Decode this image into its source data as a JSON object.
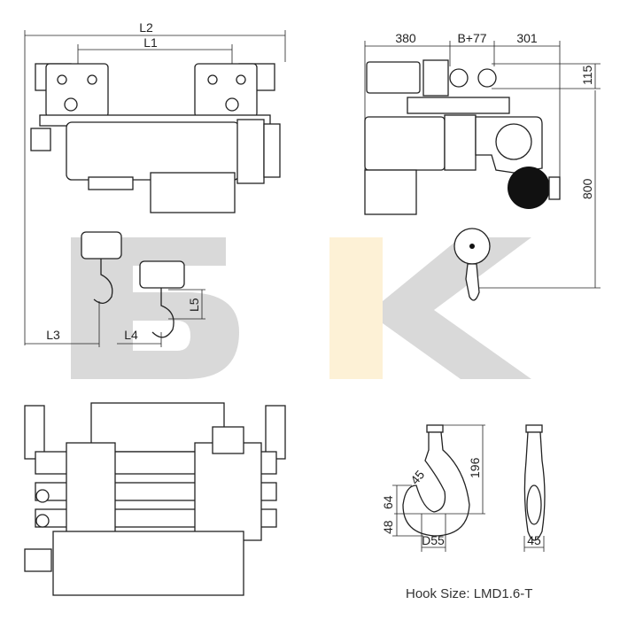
{
  "watermark": {
    "text": "БК",
    "colors": {
      "gray": "#d9d9d9",
      "yellow": "#fdf1d6"
    }
  },
  "front_view": {
    "dims": {
      "l2": "L2",
      "l1": "L1",
      "l3": "L3",
      "l4": "L4",
      "l5": "L5"
    }
  },
  "side_view": {
    "dims": {
      "d380": "380",
      "b77": "B+77",
      "d301": "301",
      "d115": "115",
      "d800": "800"
    }
  },
  "hook_detail": {
    "dims": {
      "height": "196",
      "d64": "64",
      "d48": "48",
      "angle": "45",
      "throat": "D55",
      "width": "45"
    },
    "caption": "Hook Size: LMD1.6-T"
  }
}
